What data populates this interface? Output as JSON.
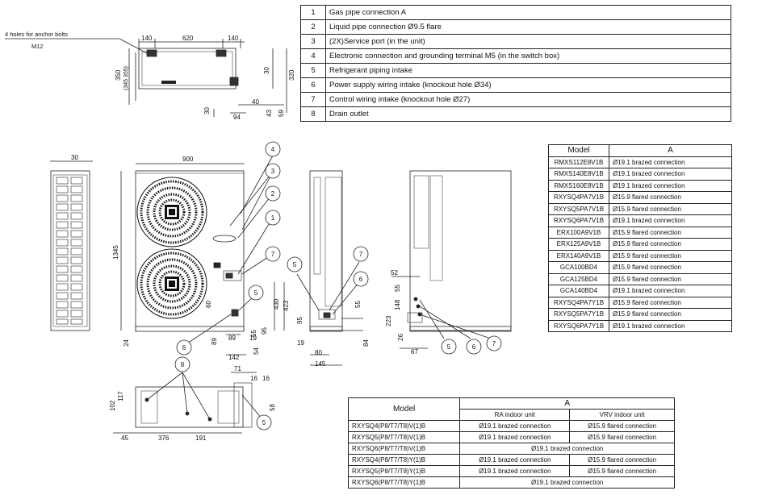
{
  "legend": [
    {
      "num": "1",
      "text": "Gas pipe connection A"
    },
    {
      "num": "2",
      "text": "Liquid pipe connection Ø9.5 flare"
    },
    {
      "num": "3",
      "text": "(2X)Service port (in the unit)"
    },
    {
      "num": "4",
      "text": "Electronic connection and grounding terminal M5 (in the switch box)"
    },
    {
      "num": "5",
      "text": "Refrigerant piping intake"
    },
    {
      "num": "6",
      "text": "Power supply wiring intake (knockout hole Ø34)"
    },
    {
      "num": "7",
      "text": "Control wiring intake (knockout hole Ø27)"
    },
    {
      "num": "8",
      "text": "Drain outlet"
    }
  ],
  "model_table_1": {
    "header_model": "Model",
    "header_a": "A",
    "rows": [
      {
        "model": "RMXS112E8V1B",
        "a": "Ø19.1 brazed connection"
      },
      {
        "model": "RMXS140E8V1B",
        "a": "Ø19.1 brazed connection"
      },
      {
        "model": "RMXS160E8V1B",
        "a": "Ø19.1 brazed connection"
      },
      {
        "model": "RXYSQ4PA7V1B",
        "a": "Ø15.9 flared connection"
      },
      {
        "model": "RXYSQ5PA7V1B",
        "a": "Ø15.9 flared connection"
      },
      {
        "model": "RXYSQ6PA7V1B",
        "a": "Ø19.1 brazed connection"
      },
      {
        "model": "ERX100A9V1B",
        "a": "Ø15.9 flared connection"
      },
      {
        "model": "ERX125A9V1B",
        "a": "Ø15.9 flared connection"
      },
      {
        "model": "ERX140A9V1B",
        "a": "Ø15.9 flared connection"
      },
      {
        "model": "GCA100BD4",
        "a": "Ø15.9 flared connection"
      },
      {
        "model": "GCA125BD4",
        "a": "Ø15.9 flared connection"
      },
      {
        "model": "GCA140BD4",
        "a": "Ø19.1 brazed connection"
      },
      {
        "model": "RXYSQ4PA7Y1B",
        "a": "Ø15.9 flared connection"
      },
      {
        "model": "RXYSQ5PA7Y1B",
        "a": "Ø15.9 flared connection"
      },
      {
        "model": "RXYSQ6PA7Y1B",
        "a": "Ø19.1 brazed connection"
      }
    ]
  },
  "model_table_2": {
    "header_model": "Model",
    "header_a": "A",
    "sub_ra": "RA indoor unit",
    "sub_vrv": "VRV indoor unit",
    "rows": [
      {
        "model": "RXYSQ4(P8/T7/T8)V(1)B",
        "ra": "Ø19.1 brazed connection",
        "vrv": "Ø15.9 flared connection"
      },
      {
        "model": "RXYSQ5(P8/T7/T8)V(1)B",
        "ra": "Ø19.1 brazed connection",
        "vrv": "Ø15.9 flared connection"
      },
      {
        "model": "RXYSQ6(P8/T7/T8)V(1)B",
        "both": "Ø19.1 brazed connection"
      },
      {
        "model": "RXYSQ4(P8/T7/T8)Y(1)B",
        "ra": "Ø19.1 brazed connection",
        "vrv": "Ø15.9 flared connection"
      },
      {
        "model": "RXYSQ5(P8/T7/T8)Y(1)B",
        "ra": "Ø19.1 brazed connection",
        "vrv": "Ø15.9 flared connection"
      },
      {
        "model": "RXYSQ6(P8/T7/T8)Y(1)B",
        "both": "Ø19.1 brazed connection"
      }
    ]
  },
  "top_view": {
    "anchor_note": "4 holes for anchor bolts",
    "anchor_size": "M12",
    "dims": [
      "140",
      "620",
      "140",
      "350",
      "(345 355)",
      "30",
      "320",
      "40",
      "30",
      "94",
      "43",
      "59"
    ]
  },
  "side_view": {
    "dims": [
      "30"
    ]
  },
  "front_view": {
    "dims": [
      "900",
      "1345",
      "24",
      "60",
      "89",
      "89",
      "19",
      "142",
      "55",
      "95",
      "430",
      "423",
      "54"
    ]
  },
  "right_view": {
    "dims": [
      "95",
      "55",
      "19",
      "80",
      "145",
      "84"
    ]
  },
  "back_view": {
    "dims": [
      "52",
      "55",
      "148",
      "223",
      "26",
      "67"
    ]
  },
  "bottom_view": {
    "dims": [
      "71",
      "16",
      "16",
      "117",
      "102",
      "58",
      "45",
      "376",
      "191"
    ]
  },
  "callouts": {
    "c4": "4",
    "c3": "3",
    "c2": "2",
    "c1": "1",
    "c7a": "7",
    "c5a": "5",
    "c6a": "6",
    "c5b": "5",
    "c6b": "6",
    "c7b": "7",
    "c5c": "5",
    "c6c": "6",
    "c7c": "7",
    "c8": "8",
    "c5d": "5"
  }
}
